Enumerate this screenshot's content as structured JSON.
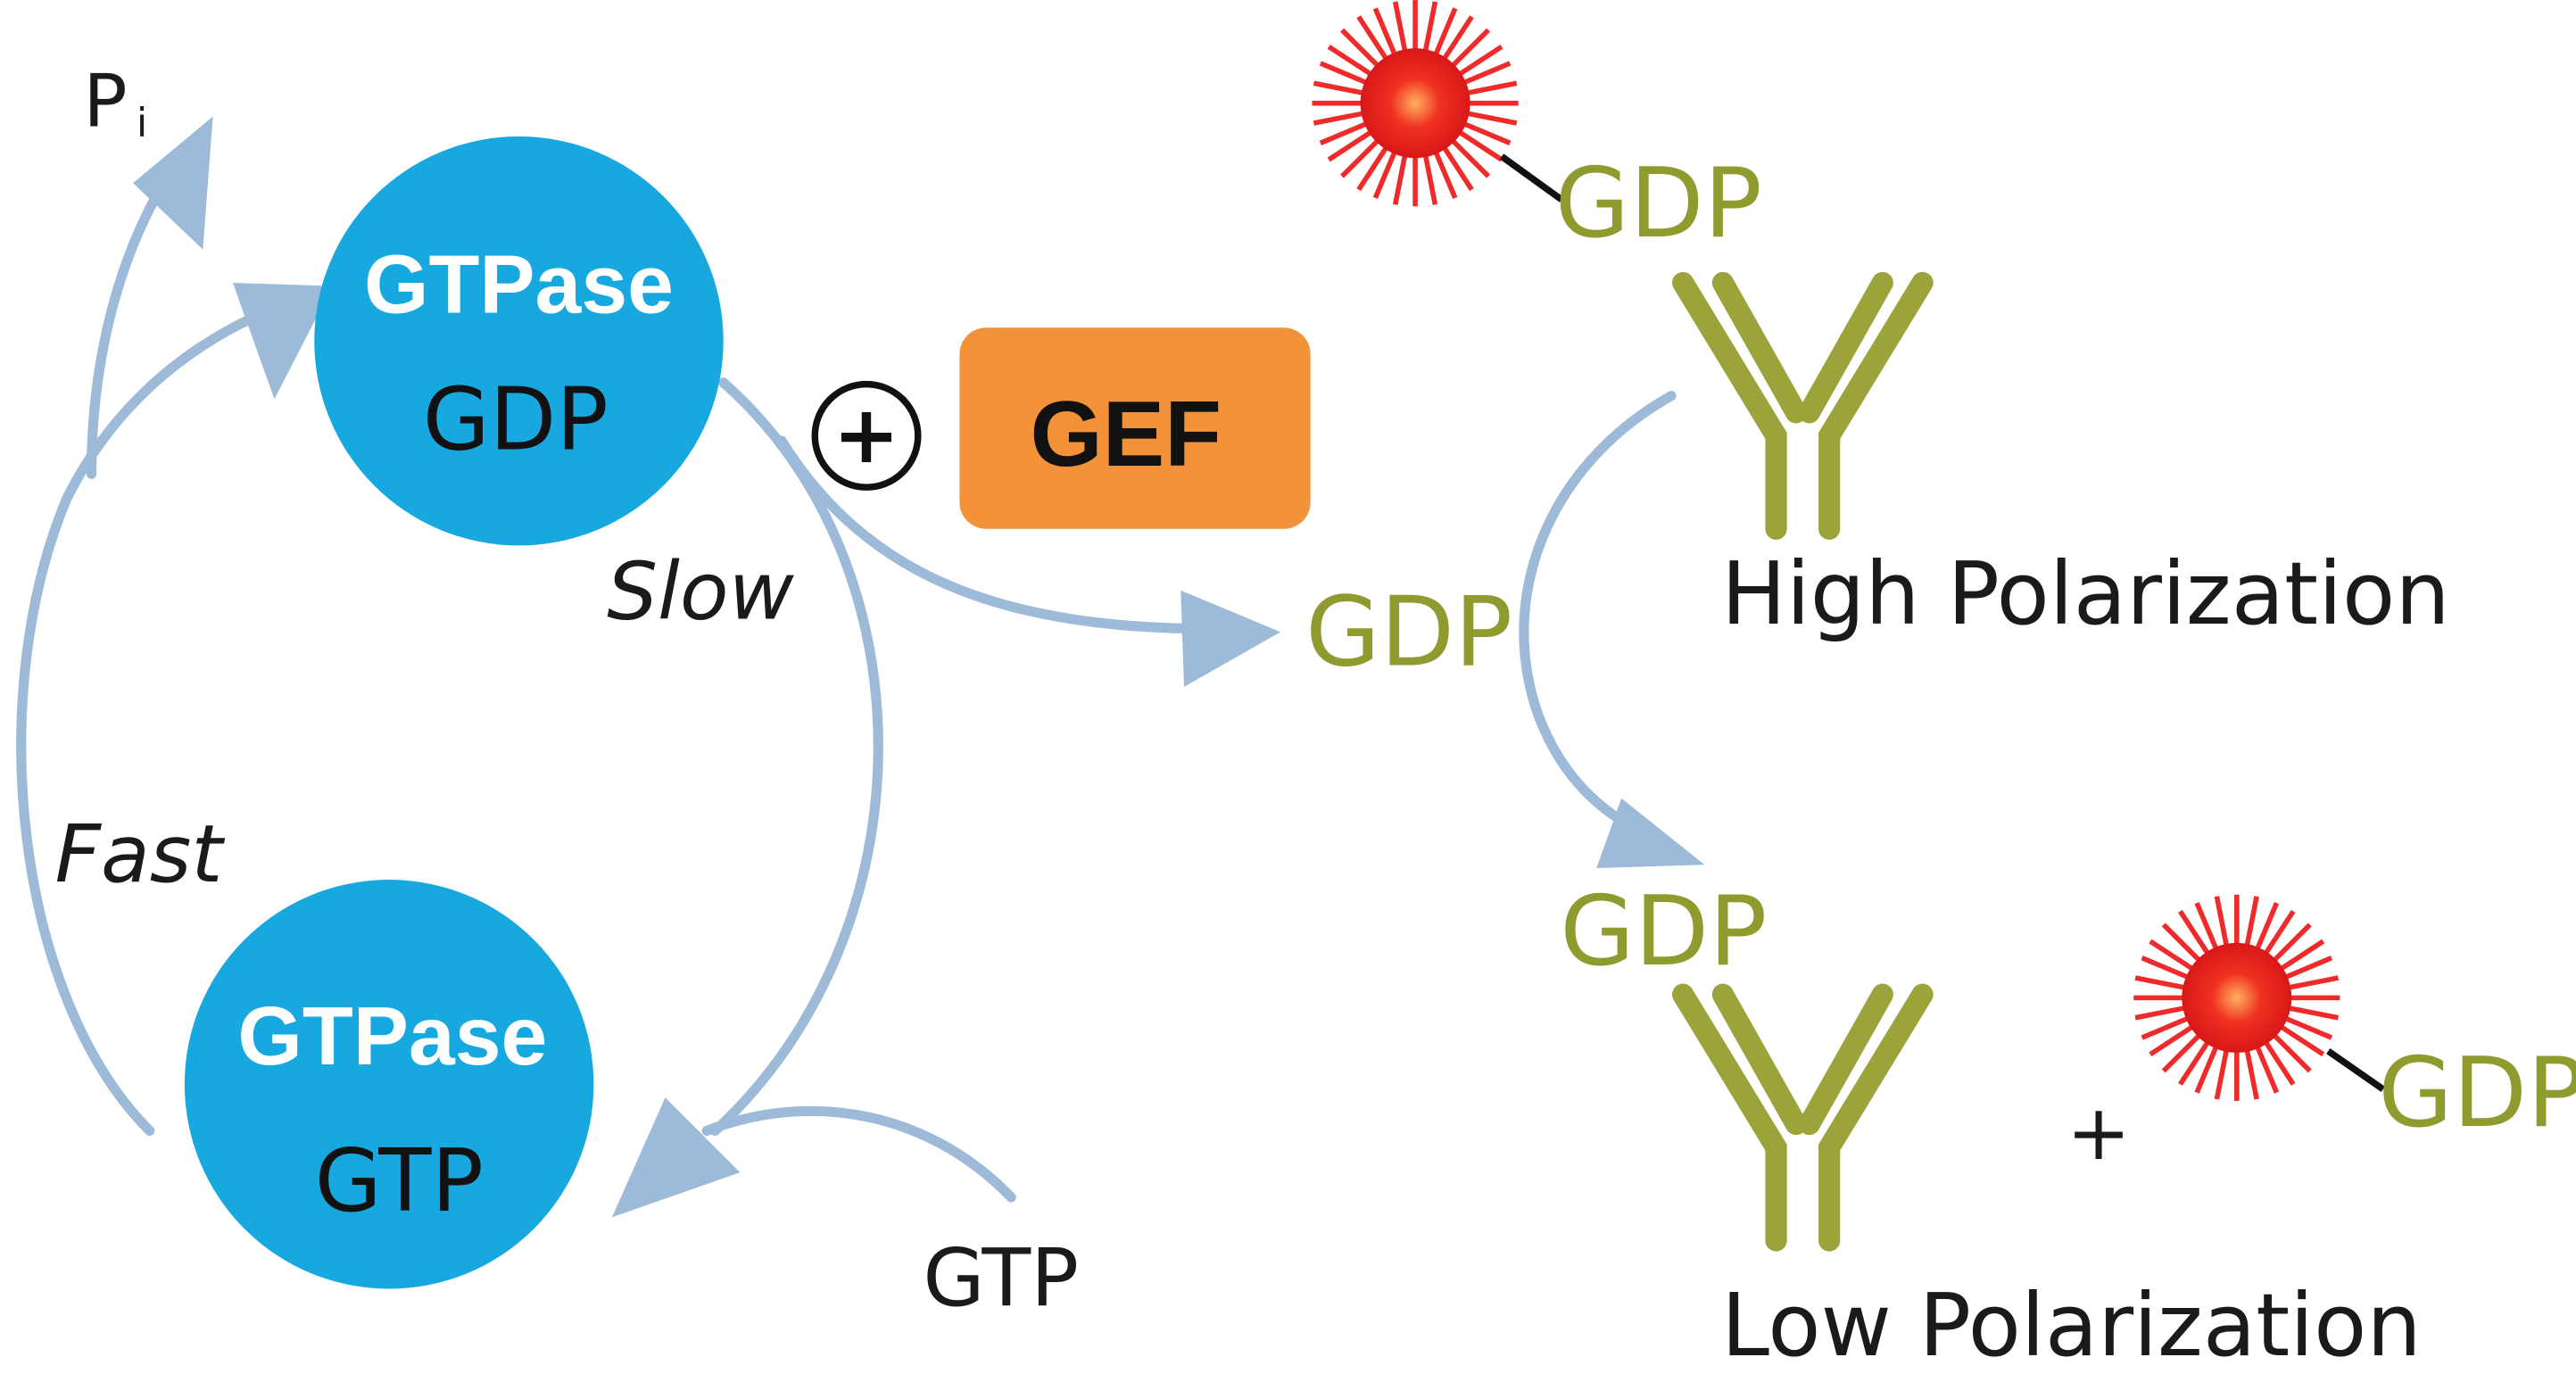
{
  "left_cycle": {
    "phosphate_label": "P",
    "phosphate_subscript": "i",
    "gtpase_gdp": {
      "title": "GTPase",
      "nucleotide": "GDP"
    },
    "gtpase_gtp": {
      "title": "GTPase",
      "nucleotide": "GTP"
    },
    "slow_label": "Slow",
    "fast_label": "Fast",
    "plus_symbol": "+",
    "gef_label": "GEF",
    "released_gdp": "GDP",
    "incoming_gtp": "GTP"
  },
  "right_assay": {
    "tracer_gdp_top": "GDP",
    "high_polarization_label": "High Polarization",
    "displaced_gdp": "GDP",
    "low_polarization_label": "Low Polarization",
    "plus_symbol": "+",
    "tracer_gdp_bottom": "GDP"
  },
  "colors": {
    "gtpase_blue": "#17a8e0",
    "gef_orange": "#f4923a",
    "arrow_blue": "#9dbad9",
    "gdp_olive": "#8f9b2e",
    "antibody_olive": "#9ba33a",
    "tracer_red": "#ee1c1c",
    "text_dark": "#1a1a1a"
  },
  "icons": [
    "fluorescent-tracer-icon",
    "antibody-icon",
    "circled-plus-icon"
  ]
}
